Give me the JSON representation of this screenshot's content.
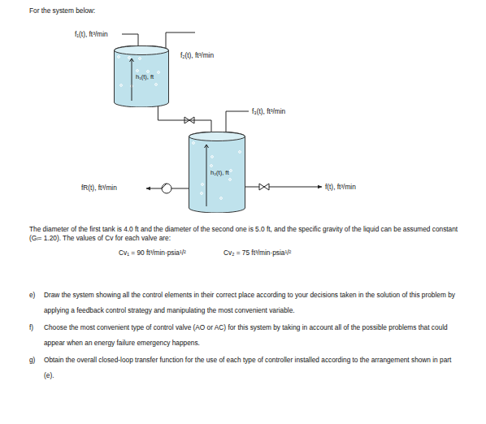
{
  "diagram": {
    "nodes": [
      {
        "text": [
          "h₁(t), ft"
        ]
      },
      {
        "text": [
          "h₂(t), ft"
        ]
      }
    ],
    "edges": [
      {
        "from": 0,
        "to": 1,
        "arrow": "none"
      }
    ],
    "labels": [
      "For the system below:",
      "f₁(t), ft³/min",
      "f₂(t), ft³/min",
      "f₃(t), ft³/min",
      "fR(t), ft³/min",
      "f(t), ft³/min",
      "The diameter of the first tank is 4.0 ft and the diameter of the second one is 5.0 ft, and the specific gravity of the liquid can be assumed constant (Gₗ= 1.20). The values of Cv for each valve are:",
      "Cv₁ = 90 ft³/min·psia¹/²",
      "Cv₂ = 75 ft³/min·psia¹/²",
      "e)",
      "Draw the system showing all the control elements in their correct place according to your decisions taken in the solution of this problem by applying a feedback control strategy and manipulating the most convenient variable.",
      "f)",
      "Choose the most convenient type of control valve (AO or AC) for this system by taking in account all of the possible problems that could appear when an energy failure emergency happens.",
      "g)",
      "Obtain the overall closed-loop transfer function for the use of each type of controller installed according to the arrangement shown in part (e)."
    ]
  }
}
